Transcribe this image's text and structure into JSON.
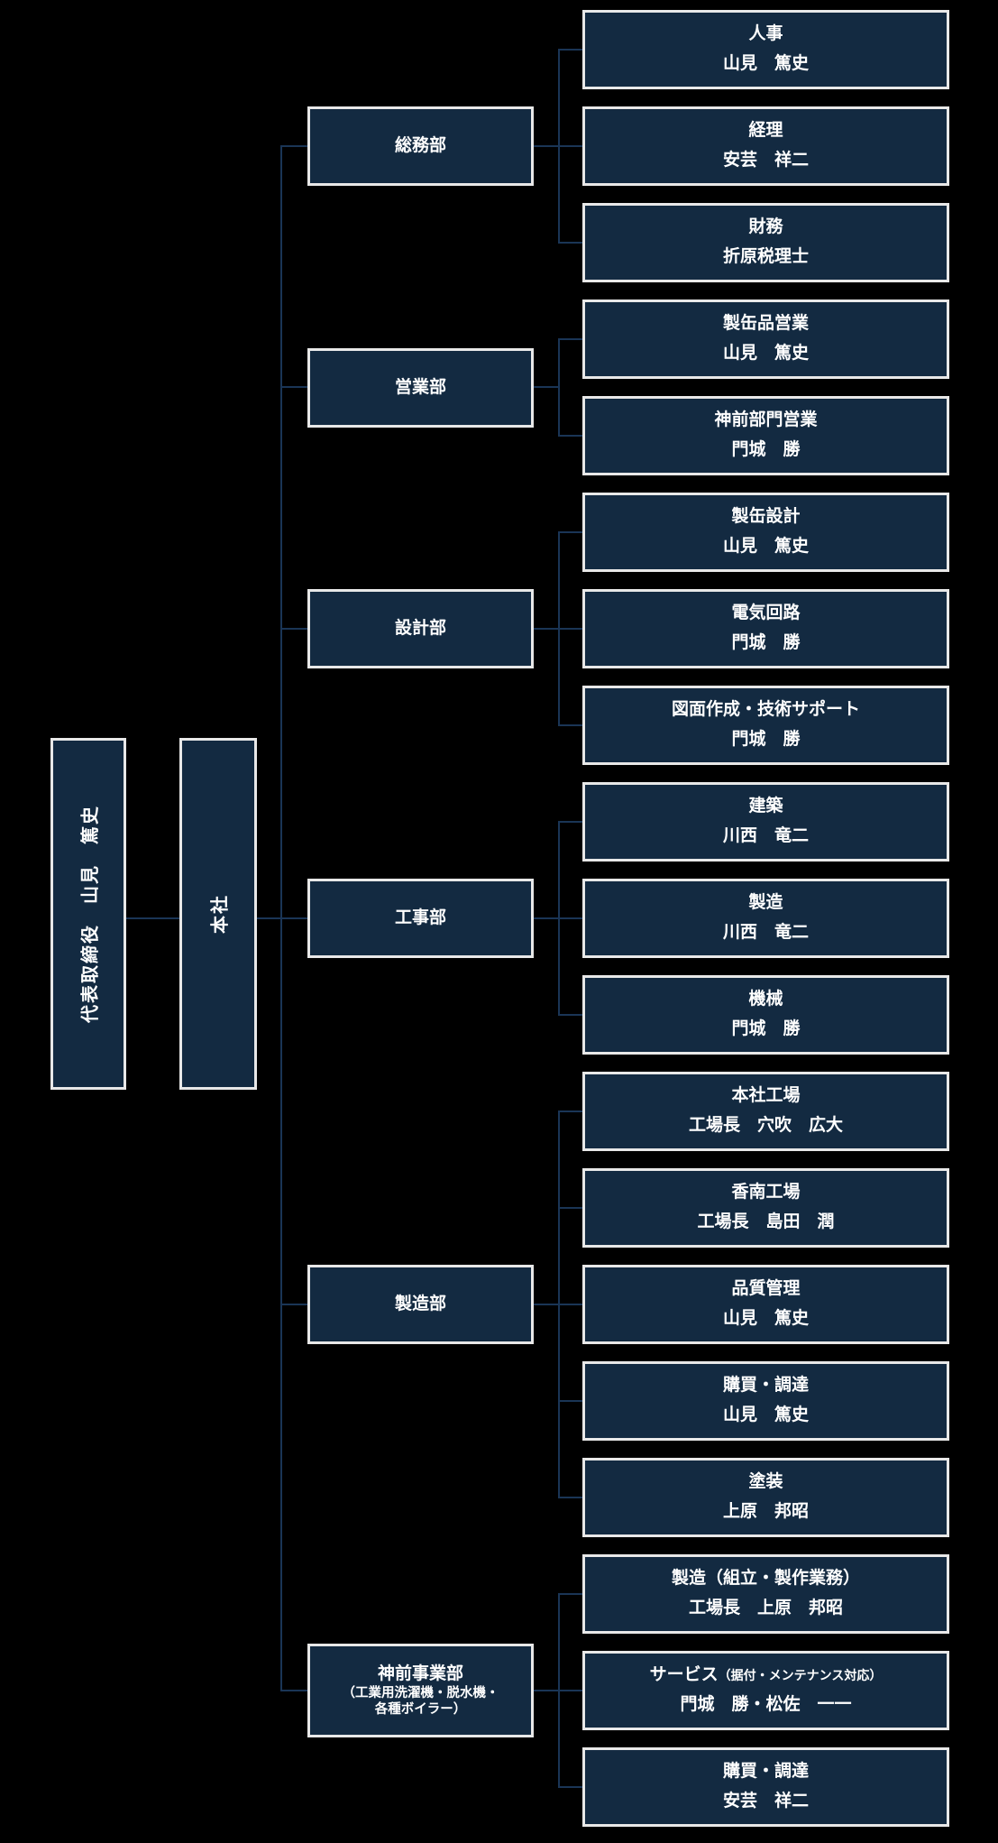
{
  "colors": {
    "background": "#000000",
    "box_fill": "#132A41",
    "box_border": "#E8E8E8",
    "connector": "#1A3556",
    "text": "#FFFFFF"
  },
  "root": {
    "label": "代表取締役　山見　篤史"
  },
  "head_office": {
    "label": "本社"
  },
  "departments": [
    {
      "label": "総務部"
    },
    {
      "label": "営業部"
    },
    {
      "label": "設計部"
    },
    {
      "label": "工事部"
    },
    {
      "label": "製造部"
    },
    {
      "label": "神前事業部",
      "sub_line1": "（工業用洗濯機・脱水機・",
      "sub_line2": "各種ボイラー）"
    }
  ],
  "units": [
    {
      "title": "人事",
      "person": "山見　篤史"
    },
    {
      "title": "経理",
      "person": "安芸　祥二"
    },
    {
      "title": "財務",
      "person": "折原税理士"
    },
    {
      "title": "製缶品営業",
      "person": "山見　篤史"
    },
    {
      "title": "神前部門営業",
      "person": "門城　勝"
    },
    {
      "title": "製缶設計",
      "person": "山見　篤史"
    },
    {
      "title": "電気回路",
      "person": "門城　勝"
    },
    {
      "title": "図面作成・技術サポート",
      "person": "門城　勝"
    },
    {
      "title": "建築",
      "person": "川西　竜二"
    },
    {
      "title": "製造",
      "person": "川西　竜二"
    },
    {
      "title": "機械",
      "person": "門城　勝"
    },
    {
      "title": "本社工場",
      "person": "工場長　穴吹　広大"
    },
    {
      "title": "香南工場",
      "person": "工場長　島田　潤"
    },
    {
      "title": "品質管理",
      "person": "山見　篤史"
    },
    {
      "title": "購買・調達",
      "person": "山見　篤史"
    },
    {
      "title": "塗装",
      "person": "上原　邦昭"
    },
    {
      "title": "製造（組立・製作業務）",
      "person": "工場長　上原　邦昭"
    },
    {
      "title": "サービス",
      "title_suffix": "（据付・メンテナンス対応）",
      "person": "門城　勝・松佐　一一"
    },
    {
      "title": "購買・調達",
      "person": "安芸　祥二"
    }
  ]
}
